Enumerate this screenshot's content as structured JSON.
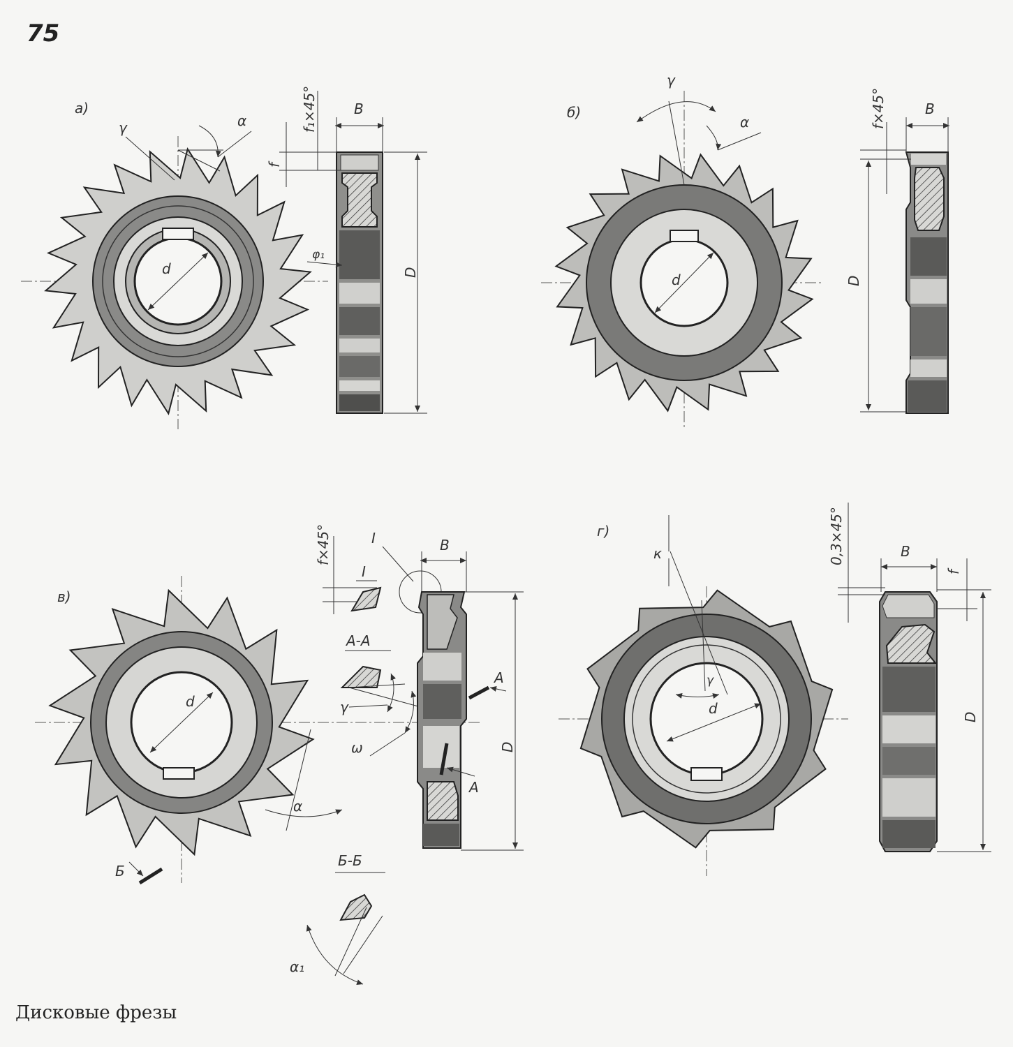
{
  "page": {
    "number": "75",
    "caption": "Дисковые фрезы"
  },
  "figures": {
    "a": {
      "tag": "а)",
      "labels": {
        "gamma": "γ",
        "alpha": "α",
        "chamfer1": "f₁×45°",
        "f": "f",
        "width": "B",
        "phi1": "φ₁",
        "d": "d",
        "D": "D"
      }
    },
    "b": {
      "tag": "б)",
      "labels": {
        "gamma": "γ",
        "alpha": "α",
        "chamfer": "f×45°",
        "width": "B",
        "d": "d",
        "D": "D"
      }
    },
    "v": {
      "tag": "в)",
      "labels": {
        "chamfer": "f×45°",
        "detail": "I",
        "detail_small": "I",
        "section_aa": "А-А",
        "gamma": "γ",
        "omega": "ω",
        "width": "B",
        "cut_a_top": "А",
        "cut_a_bottom": "А",
        "d": "d",
        "D": "D",
        "alpha": "α",
        "cut_b": "Б",
        "section_bb": "Б-Б",
        "alpha1": "α₁"
      }
    },
    "g": {
      "tag": "г)",
      "labels": {
        "k": "к",
        "chamfer": "0,3×45°",
        "width": "B",
        "f": "f",
        "gamma": "γ",
        "d": "d",
        "D": "D"
      }
    }
  },
  "colors": {
    "paper": "#f6f6f4",
    "ink": "#222222",
    "body": "#7a7a7a",
    "hub": "#d9d9d6",
    "tooth": "#c9c9c6"
  }
}
